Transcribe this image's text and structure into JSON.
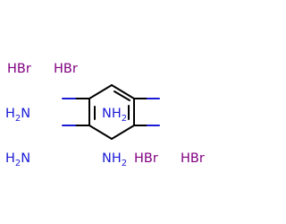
{
  "structure": {
    "amino_groups": {
      "top_left": {
        "main": "H",
        "sub": "2",
        "tail": "N"
      },
      "top_right": {
        "main": "NH",
        "sub": "2"
      },
      "bottom_left": {
        "main": "H",
        "sub": "2",
        "tail": "N"
      },
      "bottom_right": {
        "main": "NH",
        "sub": "2"
      }
    },
    "salts": [
      "HBr",
      "HBr",
      "HBr",
      "HBr"
    ]
  },
  "colors": {
    "nitrogen": "#1a1ad6",
    "bromide_salt": "#800080",
    "bond": "#000000"
  }
}
